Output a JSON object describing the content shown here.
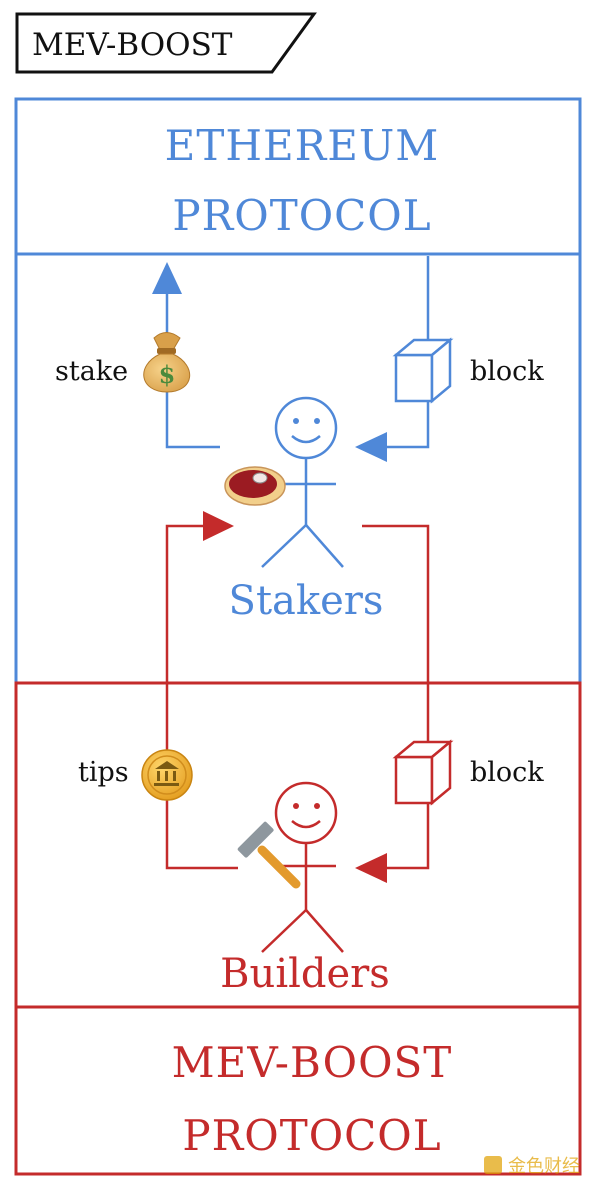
{
  "header": {
    "tag": "MEV-BOOST"
  },
  "colors": {
    "blue": "#4f88d8",
    "red": "#c42b2b",
    "ink": "#111111",
    "gold": "#e8b13a"
  },
  "top": {
    "title_line1": "ETHEREUM",
    "title_line2": "PROTOCOL"
  },
  "stakers": {
    "actor_label": "Stakers",
    "stake_label": "stake",
    "block_label": "block",
    "stake_icon": "money-bag-icon",
    "block_icon": "cube-icon",
    "reward_icon": "steak-icon"
  },
  "builders": {
    "actor_label": "Builders",
    "tips_label": "tips",
    "block_label": "block",
    "tips_icon": "coin-icon",
    "block_icon": "cube-icon",
    "tool_icon": "hammer-icon"
  },
  "bottom": {
    "title_line1": "MEV-BOOST",
    "title_line2": "PROTOCOL"
  },
  "watermark": {
    "text": "金色财经"
  }
}
